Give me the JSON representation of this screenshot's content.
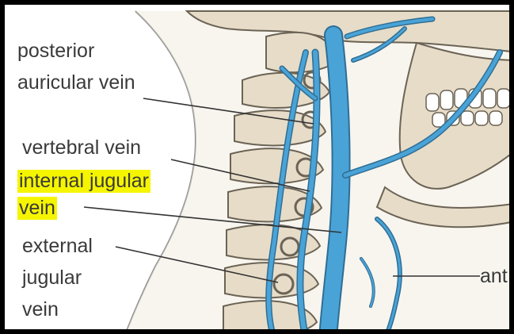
{
  "labels": {
    "posterior_auricular": [
      "posterior",
      "auricular vein"
    ],
    "vertebral": "vertebral vein",
    "internal_jugular": [
      "internal jugular",
      "vein"
    ],
    "external_jugular": [
      "external",
      "jugular",
      "vein"
    ],
    "anterior_truncated": "ant"
  },
  "colors": {
    "border": "#000000",
    "vein": "#4aa3d6",
    "vein_outline": "#2f6e95",
    "bone": "#e7dcc8",
    "bone_outline": "#6b6355",
    "skin_outline": "#8a8a8a",
    "highlight": "#f5f500",
    "leader_line": "#333333",
    "label_text": "#3a3a3a"
  }
}
